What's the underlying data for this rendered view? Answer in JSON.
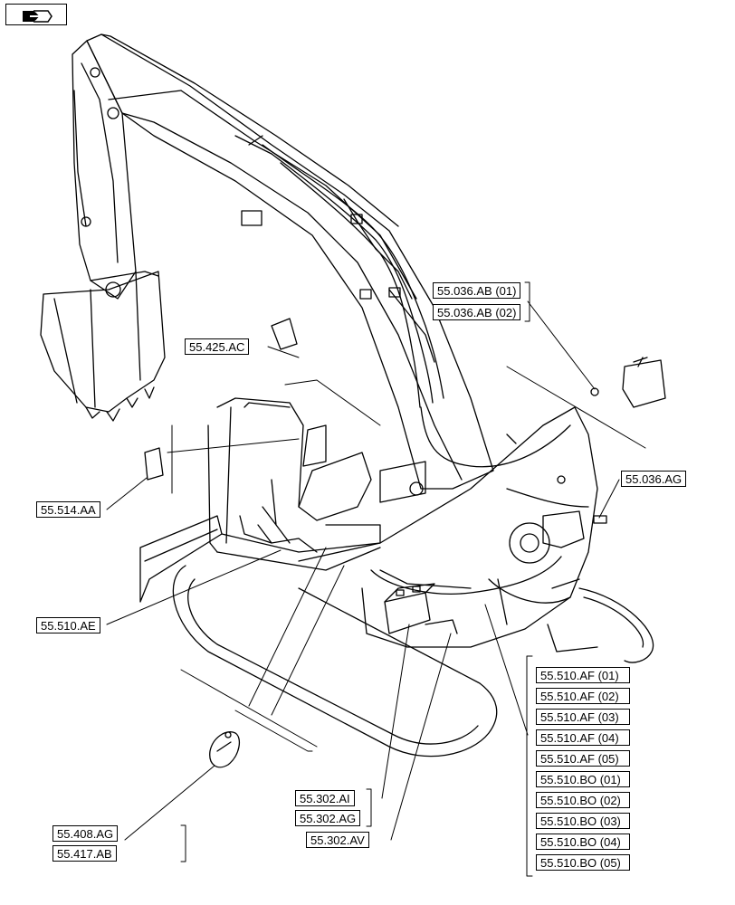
{
  "nav": {
    "icon": "go-to-page-arrow-icon"
  },
  "labels": {
    "a036_ab_01": "55.036.AB (01)",
    "a036_ab_02": "55.036.AB (02)",
    "a425_ac": "55.425.AC",
    "a514_aa": "55.514.AA",
    "a036_ag": "55.036.AG",
    "a510_ae": "55.510.AE",
    "a302_ai": "55.302.AI",
    "a302_ag": "55.302.AG",
    "a302_av": "55.302.AV",
    "a408_ag": "55.408.AG",
    "a417_ab": "55.417.AB"
  },
  "harness_list": [
    "55.510.AF (01)",
    "55.510.AF (02)",
    "55.510.AF (03)",
    "55.510.AF (04)",
    "55.510.AF (05)",
    "55.510.BO (01)",
    "55.510.BO (02)",
    "55.510.BO (03)",
    "55.510.BO (04)",
    "55.510.BO (05)"
  ]
}
